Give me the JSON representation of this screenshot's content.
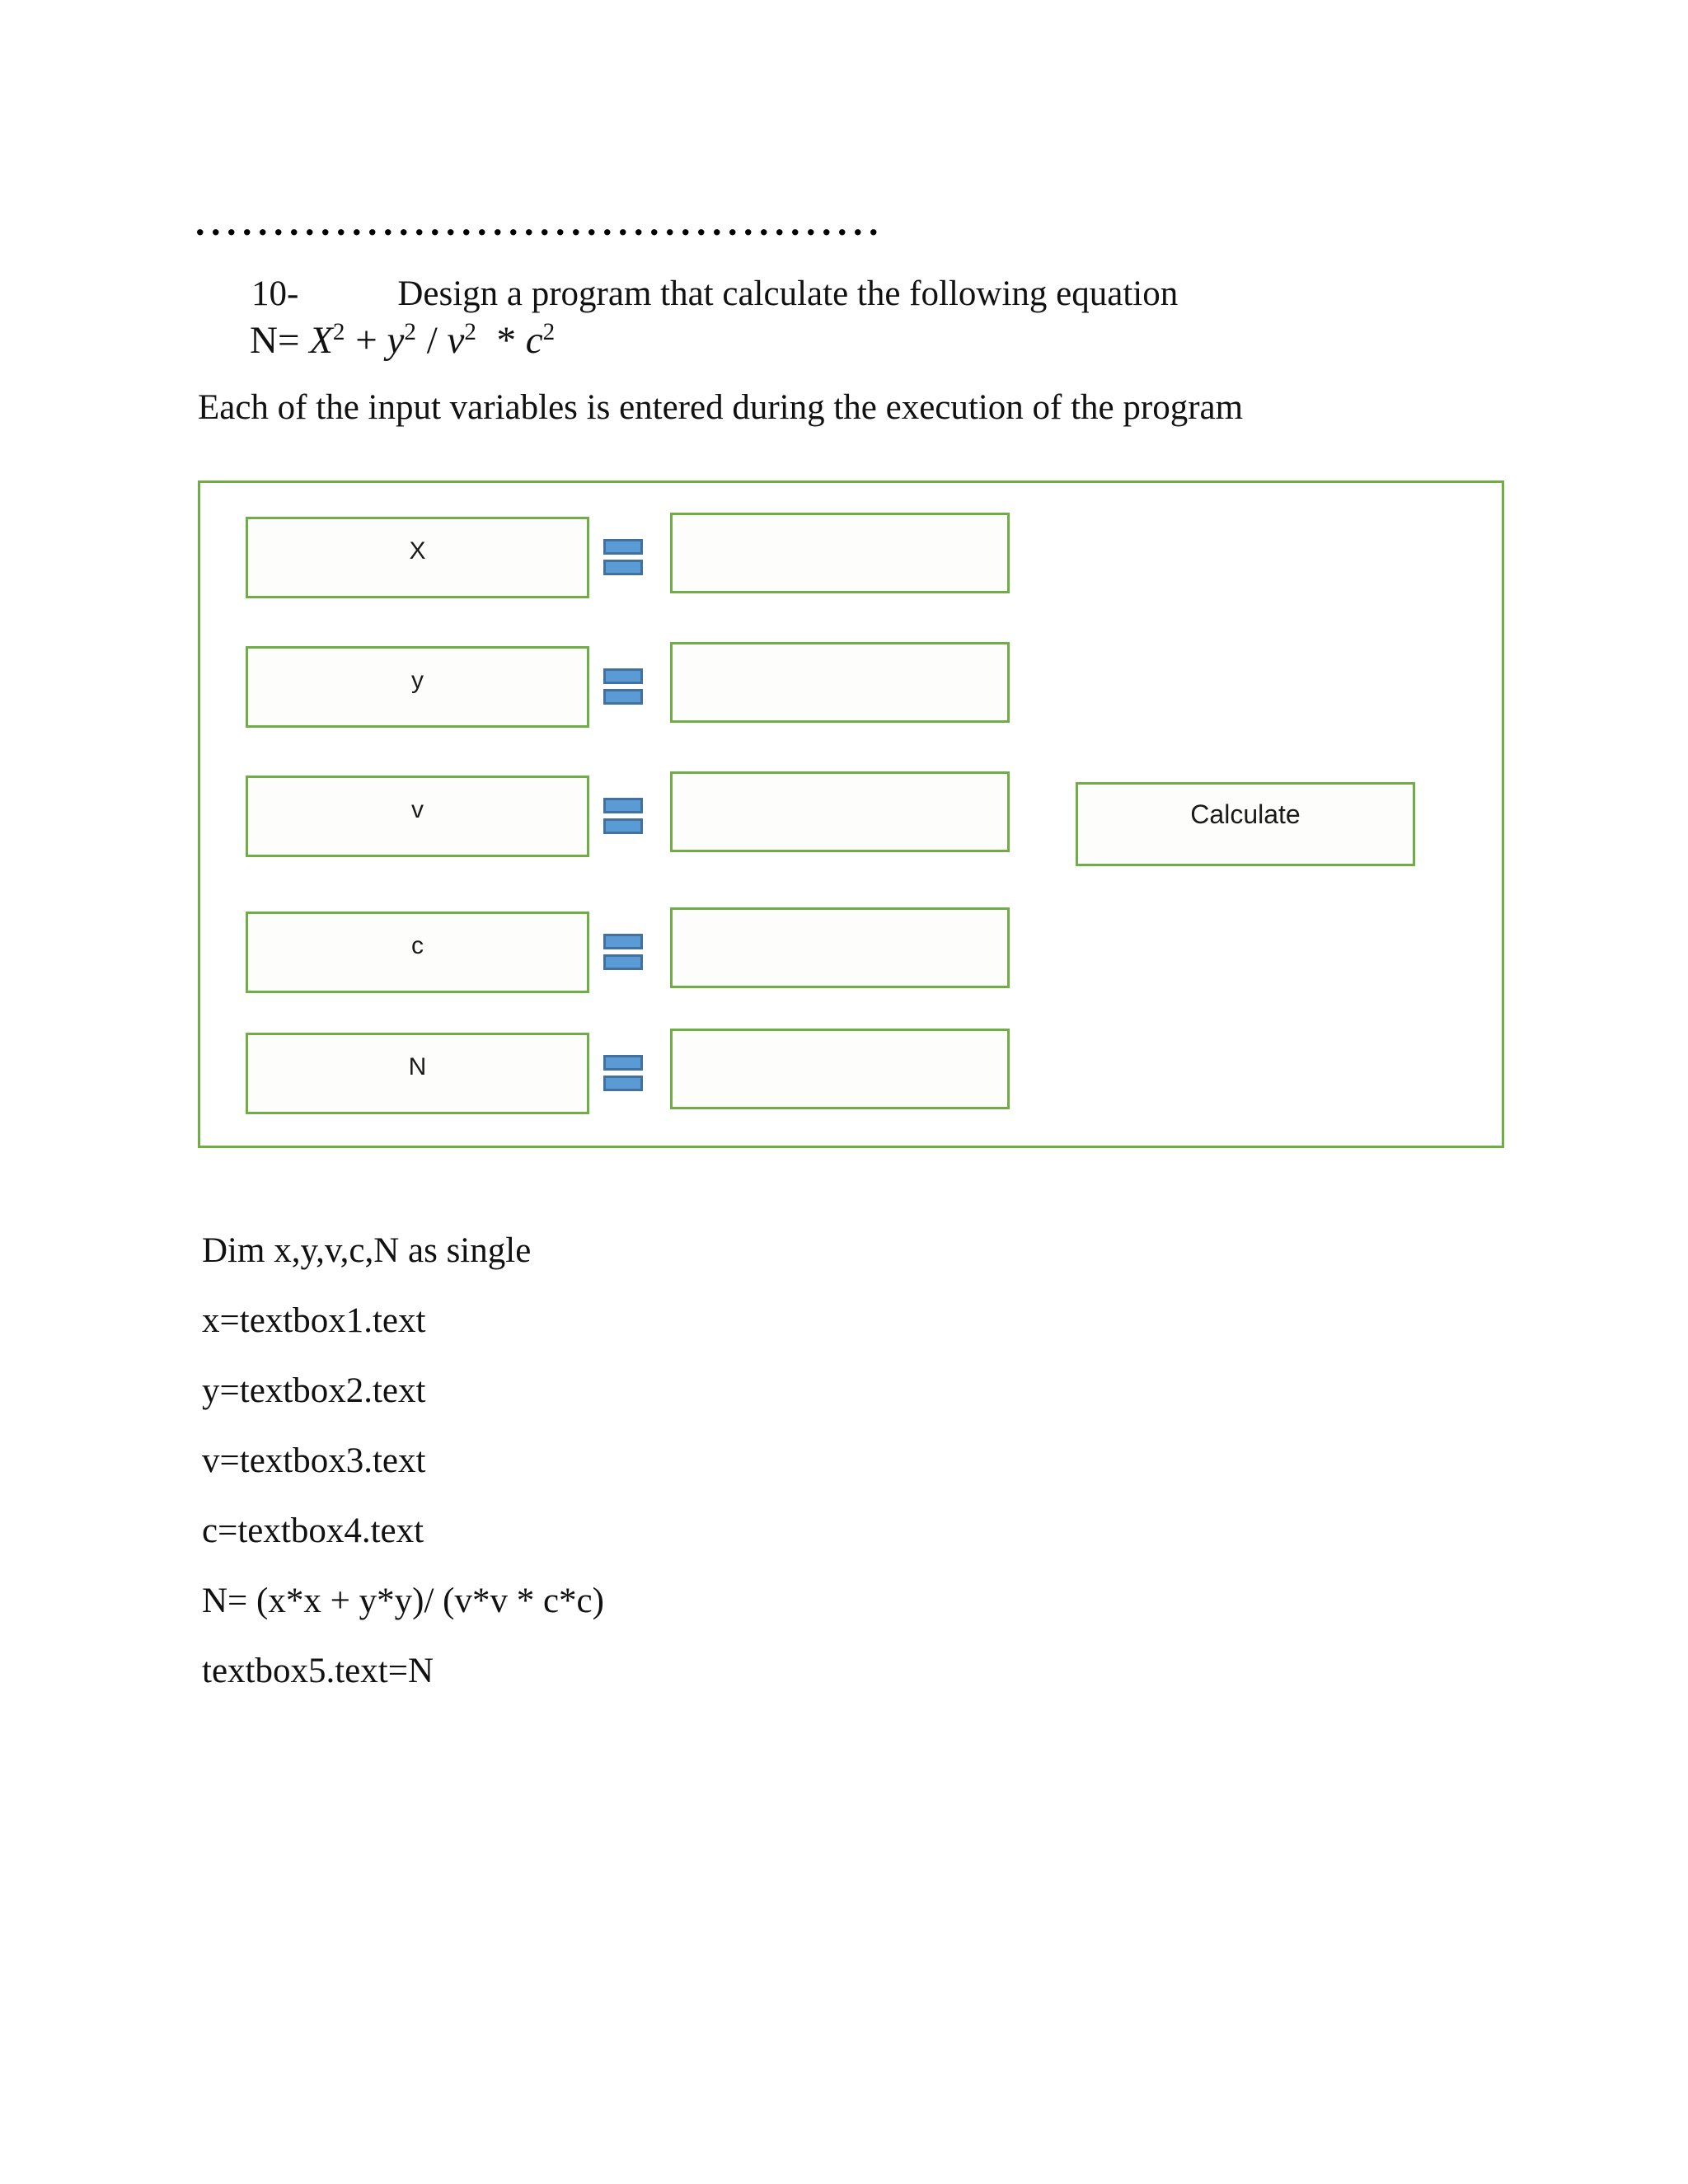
{
  "page": {
    "dots": "............................................",
    "heading": {
      "number": "10-",
      "text": "Design a program that calculate the following equation"
    },
    "formula": {
      "plain": "N= X2 + y2 / v2  * c2",
      "parts": [
        {
          "text": "N= "
        },
        {
          "text": "X",
          "style": "italic"
        },
        {
          "text": "2",
          "style": "sup"
        },
        {
          "text": " + "
        },
        {
          "text": "y",
          "style": "italic"
        },
        {
          "text": "2",
          "style": "sup"
        },
        {
          "text": " / "
        },
        {
          "text": "v",
          "style": "italic"
        },
        {
          "text": "2",
          "style": "sup"
        },
        {
          "text": "  * "
        },
        {
          "text": "c",
          "style": "italic"
        },
        {
          "text": "2",
          "style": "sup"
        }
      ]
    },
    "subtitle": "Each of the input variables is entered during the execution of the program"
  },
  "form": {
    "rows": [
      {
        "label": "X"
      },
      {
        "label": "y"
      },
      {
        "label": "v"
      },
      {
        "label": "c"
      },
      {
        "label": "N"
      }
    ],
    "textbox_values": [
      "",
      "",
      "",
      "",
      ""
    ],
    "calculate_label": "Calculate",
    "colors": {
      "green": "#70AD47",
      "blue_fill": "#5B9BD5",
      "blue_border": "#41719C"
    }
  },
  "code": {
    "lines": [
      "Dim x,y,v,c,N as single",
      "x=textbox1.text",
      "y=textbox2.text",
      "v=textbox3.text",
      "c=textbox4.text",
      "N= (x*x + y*y)/ (v*v * c*c)",
      "textbox5.text=N"
    ]
  }
}
